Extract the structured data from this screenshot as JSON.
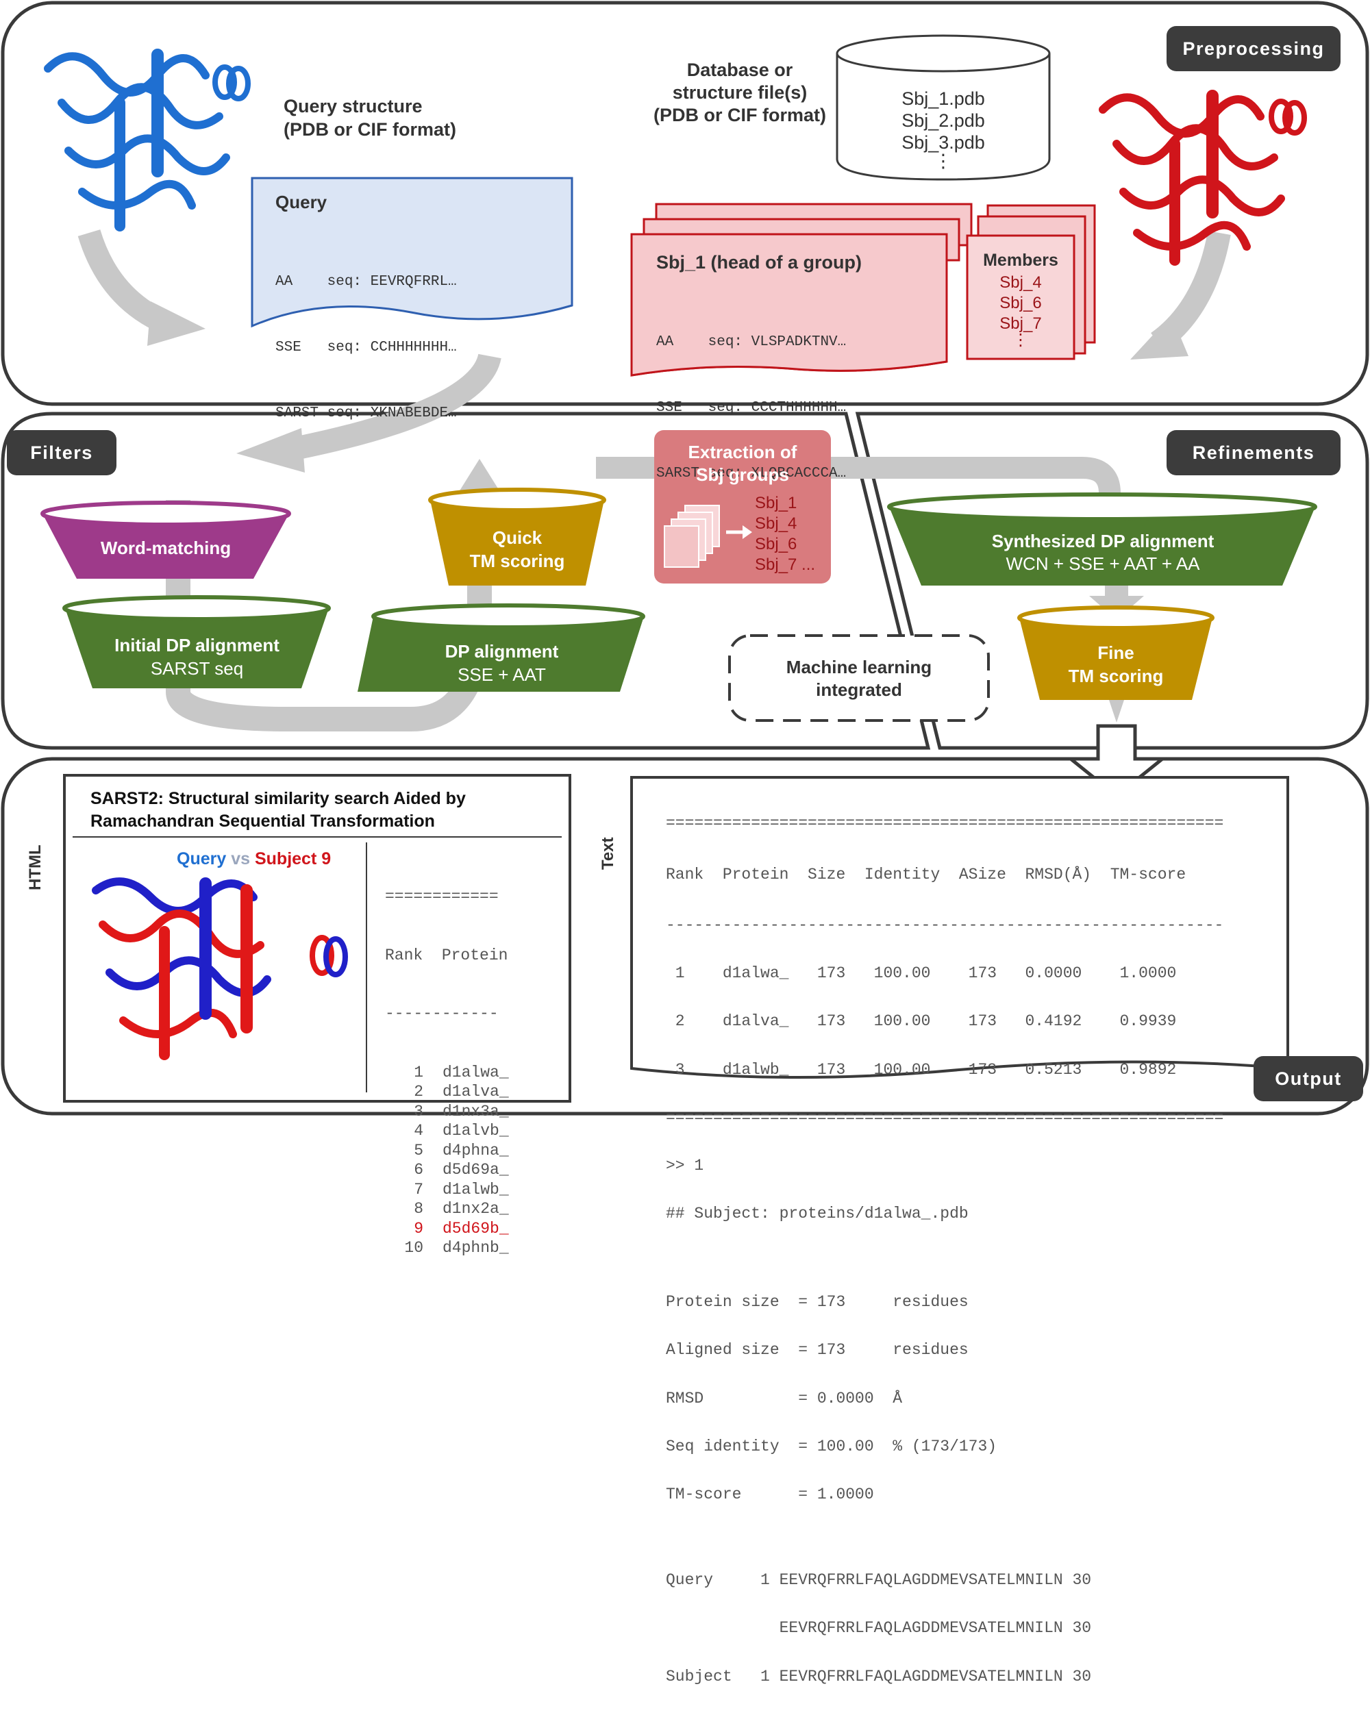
{
  "preprocessing": {
    "tab": "Preprocessing",
    "query_caption": [
      "Query structure",
      "(PDB or CIF format)"
    ],
    "db_caption": [
      "Database or",
      "structure file(s)",
      "(PDB or CIF format)"
    ],
    "db_files": [
      "Sbj_1.pdb",
      "Sbj_2.pdb",
      "Sbj_3.pdb",
      "⋮"
    ],
    "query_card": {
      "title": "Query",
      "lines": [
        "AA    seq: EEVRQFRRL…",
        "SSE   seq: CCHHHHHHH…",
        "SARST seq: XKNABEBDE…"
      ]
    },
    "subject_card": {
      "title": "Sbj_1 (head of a group)",
      "lines": [
        "AA    seq: VLSPADKTNV…",
        "SSE   seq: CCCTHHHHHH…",
        "SARST seq: XLQBCACCCA…"
      ]
    },
    "members": {
      "title": "Members",
      "items": [
        "Sbj_4",
        "Sbj_6",
        "Sbj_7",
        "⋮"
      ]
    }
  },
  "filters": {
    "tab": "Filters",
    "word_matching": "Word-matching",
    "initial_dp": [
      "Initial DP alignment",
      "SARST seq"
    ],
    "quick_tm": [
      "Quick",
      "TM scoring"
    ],
    "dp_alignment": [
      "DP alignment",
      "SSE + AAT"
    ],
    "extraction": {
      "title": [
        "Extraction of",
        "Sbj groups"
      ],
      "items": [
        "Sbj_1",
        "Sbj_4",
        "Sbj_6",
        "Sbj_7 ..."
      ]
    }
  },
  "refinements": {
    "tab": "Refinements",
    "synth_dp": [
      "Synthesized DP alignment",
      "WCN + SSE + AAT + AA"
    ],
    "fine_tm": [
      "Fine",
      "TM scoring"
    ],
    "ml": [
      "Machine learning",
      "integrated"
    ]
  },
  "output": {
    "tab": "Output",
    "html_side_label": "HTML",
    "text_side_label": "Text",
    "html_panel": {
      "title": [
        "SARST2: Structural similarity search Aided by",
        "Ramachandran Sequential Transformation"
      ],
      "legend": {
        "query": "Query",
        "vs": "vs",
        "subject": "Subject 9"
      },
      "sep_top": "============",
      "header": "Rank  Protein",
      "sep_mid": "------------",
      "rows": [
        {
          "rank": "1",
          "protein": "d1alwa_"
        },
        {
          "rank": "2",
          "protein": "d1alva_"
        },
        {
          "rank": "3",
          "protein": "d1nx3a_"
        },
        {
          "rank": "4",
          "protein": "d1alvb_"
        },
        {
          "rank": "5",
          "protein": "d4phna_"
        },
        {
          "rank": "6",
          "protein": "d5d69a_"
        },
        {
          "rank": "7",
          "protein": "d1alwb_"
        },
        {
          "rank": "8",
          "protein": "d1nx2a_"
        },
        {
          "rank": "9",
          "protein": "d5d69b_"
        },
        {
          "rank": "10",
          "protein": "d4phnb_"
        }
      ],
      "highlight_rank": "9"
    },
    "text_panel": {
      "lines": [
        "===========================================================",
        "Rank  Protein  Size  Identity  ASize  RMSD(Å)  TM-score",
        "-----------------------------------------------------------",
        " 1    d1alwa_   173   100.00    173   0.0000    1.0000",
        " 2    d1alva_   173   100.00    173   0.4192    0.9939",
        " 3    d1alwb_   173   100.00    173   0.5213    0.9892",
        "===========================================================",
        ">> 1",
        "## Subject: proteins/d1alwa_.pdb",
        "",
        "Protein size  = 173     residues",
        "Aligned size  = 173     residues",
        "RMSD          = 0.0000  Å",
        "Seq identity  = 100.00  % (173/173)",
        "TM-score      = 1.0000",
        "",
        "Query     1 EEVRQFRRLFAQLAGDDMEVSATELMNILN 30",
        "            EEVRQFRRLFAQLAGDDMEVSATELMNILN 30",
        "Subject   1 EEVRQFRRLFAQLAGDDMEVSATELMNILN 30"
      ]
    }
  },
  "colors": {
    "query_blue": "#1f6fd1",
    "subject_red": "#d0151b",
    "magenta": "#9e3a8a",
    "green": "#4e7b2e",
    "gold": "#bf9000",
    "extraction_pink": "#d97b7e",
    "dark_red_text": "#9a1418",
    "tab_dark": "#3c3c3c",
    "arrow_gray": "#c8c8c8"
  }
}
